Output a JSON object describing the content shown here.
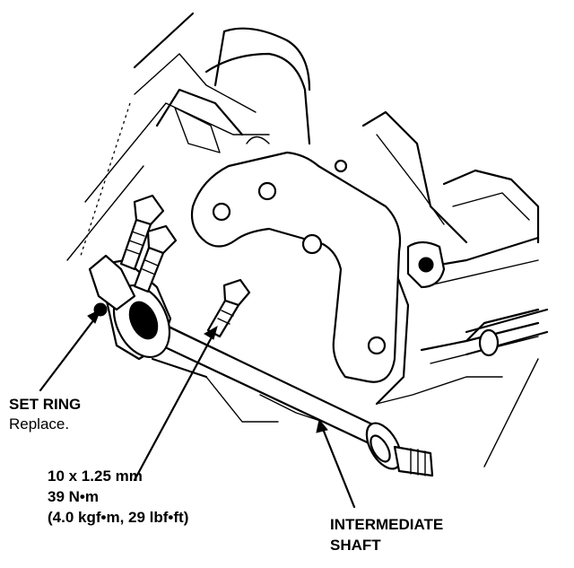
{
  "labels": {
    "set_ring_title": "SET RING",
    "set_ring_note": "Replace.",
    "bolt_size": "10 x 1.25 mm",
    "bolt_torque_nm": "39 N•m",
    "bolt_torque_alt": "(4.0 kgf•m, 29 lbf•ft)",
    "shaft_line1": "INTERMEDIATE",
    "shaft_line2": "SHAFT"
  }
}
